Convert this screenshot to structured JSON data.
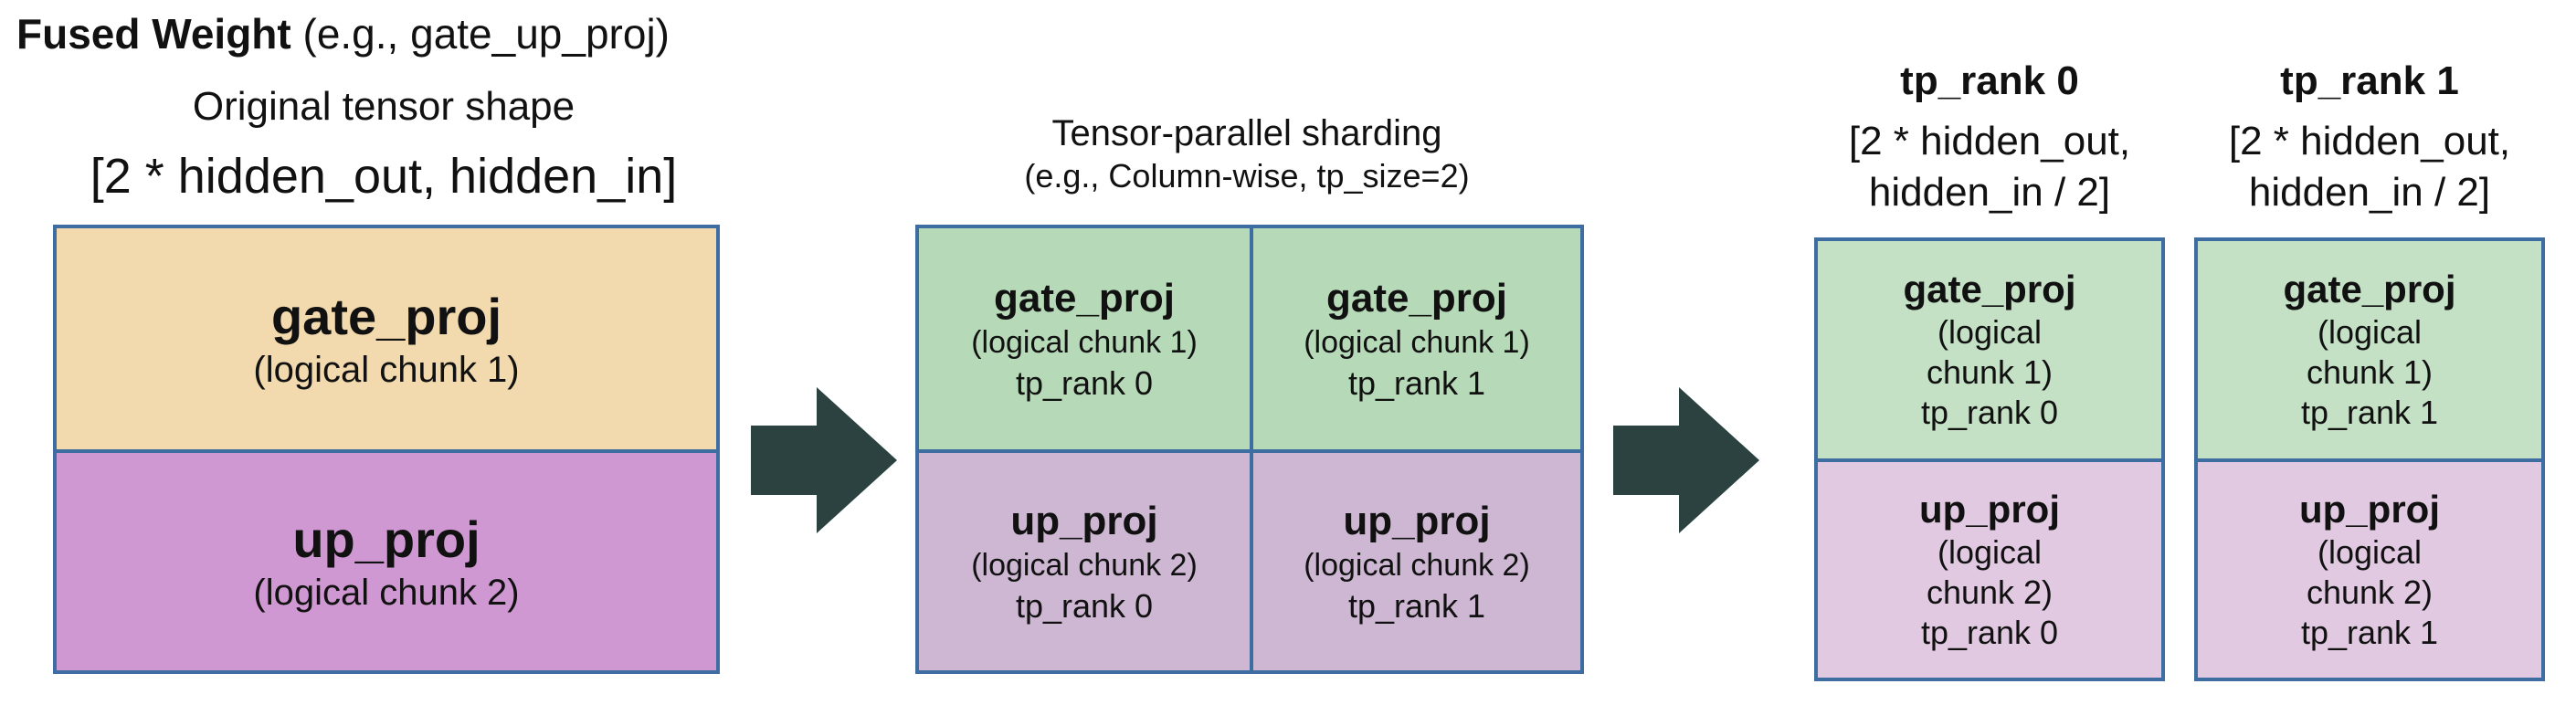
{
  "header": {
    "title_bold": "Fused Weight",
    "title_rest": "(e.g., gate_up_proj)",
    "subtitle": "Original tensor shape",
    "shape": "[2 * hidden_out, hidden_in]"
  },
  "original": {
    "gate_title": "gate_proj",
    "gate_sub": "(logical chunk 1)",
    "up_title": "up_proj",
    "up_sub": "(logical chunk 2)"
  },
  "sharding": {
    "title": "Tensor-parallel sharding",
    "subtitle": "(e.g., Column-wise, tp_size=2)",
    "cells": [
      {
        "title": "gate_proj",
        "chunk": "(logical chunk 1)",
        "rank": "tp_rank 0"
      },
      {
        "title": "gate_proj",
        "chunk": "(logical chunk 1)",
        "rank": "tp_rank 1"
      },
      {
        "title": "up_proj",
        "chunk": "(logical chunk 2)",
        "rank": "tp_rank 0"
      },
      {
        "title": "up_proj",
        "chunk": "(logical chunk 2)",
        "rank": "tp_rank 1"
      }
    ]
  },
  "ranks": [
    {
      "heading": "tp_rank 0",
      "shape_line1": "[2 * hidden_out,",
      "shape_line2": "hidden_in / 2]",
      "gate": {
        "title": "gate_proj",
        "l1": "(logical",
        "l2": "chunk 1)",
        "rank": "tp_rank 0"
      },
      "up": {
        "title": "up_proj",
        "l1": "(logical",
        "l2": "chunk 2)",
        "rank": "tp_rank 0"
      }
    },
    {
      "heading": "tp_rank 1",
      "shape_line1": "[2 * hidden_out,",
      "shape_line2": "hidden_in / 2]",
      "gate": {
        "title": "gate_proj",
        "l1": "(logical",
        "l2": "chunk 1)",
        "rank": "tp_rank 1"
      },
      "up": {
        "title": "up_proj",
        "l1": "(logical",
        "l2": "chunk 2)",
        "rank": "tp_rank 1"
      }
    }
  ],
  "colors": {
    "border": "#3d6da1",
    "orig_gate": "#f2d9ae",
    "orig_up": "#d098d2",
    "shard_gate": "#b6dab8",
    "shard_up": "#cdb7d2",
    "rank_gate": "#c4e1c5",
    "rank_up": "#e1c9e2",
    "arrow": "#2c4240"
  }
}
